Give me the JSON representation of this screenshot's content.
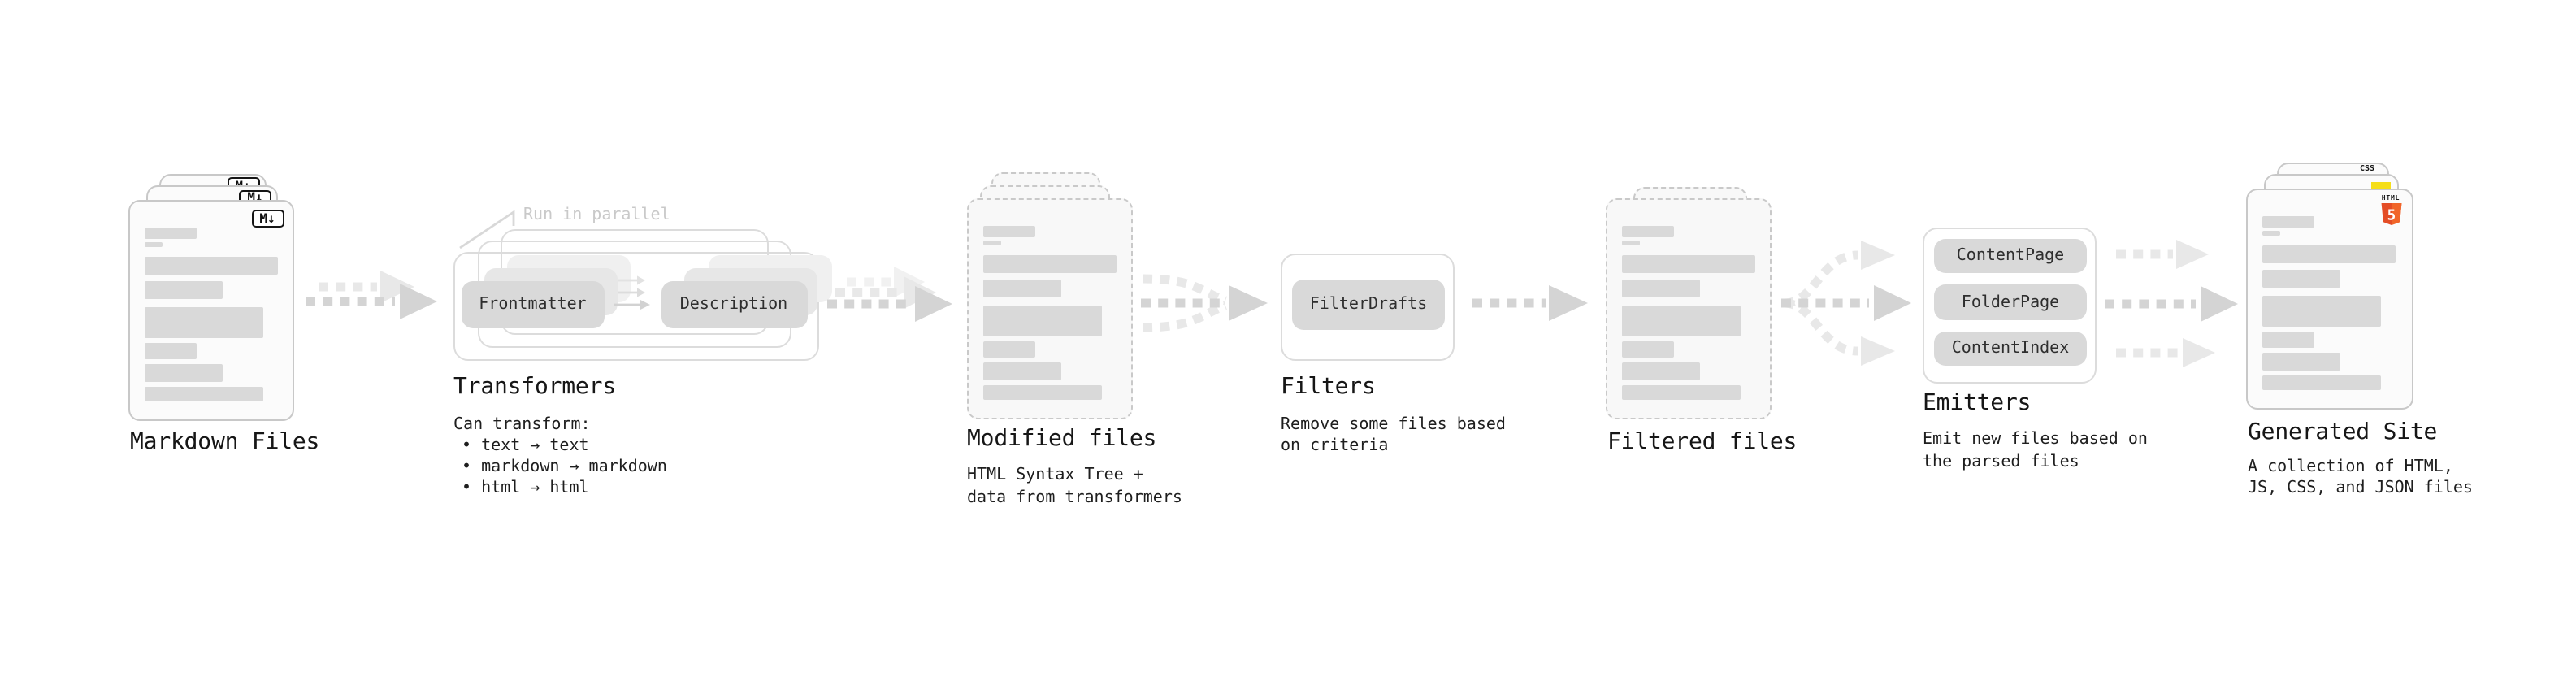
{
  "colors": {
    "doc_border": "#c8c8c8",
    "container_border": "#dcdcdc",
    "bar_gray": "#d9d9d9",
    "box_gray": "#d9d9d9",
    "arrow_dark": "#d4d4d4",
    "arrow_light": "#e8e8e8",
    "arrow_faint": "#f1f1f1",
    "note_gray": "#c9c9c9",
    "css_blue": "#2965f1",
    "js_yellow": "#f5de19",
    "html_orange": "#e44d26",
    "html_orange_light": "#f16529"
  },
  "stages": {
    "markdown": {
      "label": "Markdown Files",
      "badge": "M↓"
    },
    "transformers": {
      "label": "Transformers",
      "note": "Run in parallel",
      "boxes": [
        "Frontmatter",
        "Description"
      ],
      "sub_title": "Can transform:",
      "bullets": [
        "• text → text",
        "• markdown → markdown",
        "• html → html"
      ]
    },
    "modified": {
      "label": "Modified files",
      "sub": "HTML Syntax Tree +\ndata from transformers"
    },
    "filters": {
      "label": "Filters",
      "boxes": [
        "FilterDrafts"
      ],
      "sub": "Remove some files based\non criteria"
    },
    "filtered": {
      "label": "Filtered files"
    },
    "emitters": {
      "label": "Emitters",
      "boxes": [
        "ContentPage",
        "FolderPage",
        "ContentIndex"
      ],
      "sub": "Emit new files based on\nthe parsed files"
    },
    "generated": {
      "label": "Generated Site",
      "sub": "A collection of HTML,\nJS, CSS, and JSON files",
      "badge_css": "CSS",
      "badge_html_word": "HTML",
      "badge_html_five": "5"
    }
  }
}
